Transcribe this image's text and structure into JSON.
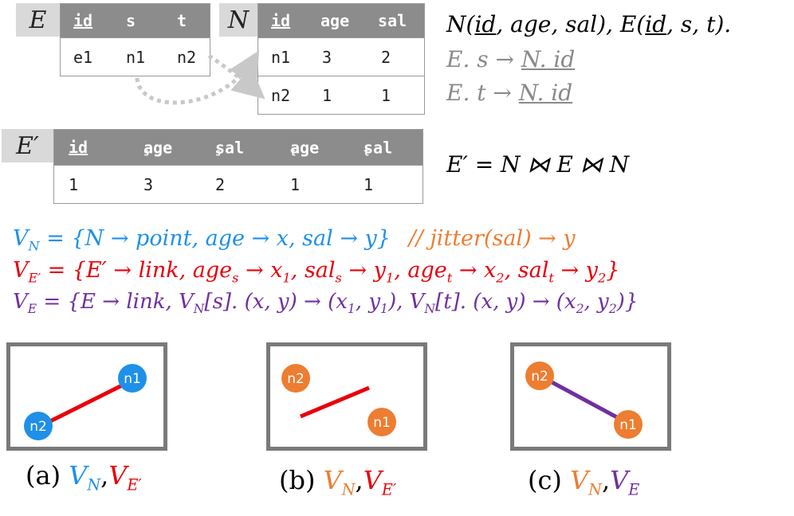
{
  "table_E": {
    "label": "E",
    "headers": [
      "id",
      "s",
      "t"
    ],
    "rows": [
      [
        "e1",
        "n1",
        "n2"
      ]
    ]
  },
  "table_N": {
    "label": "N",
    "headers": [
      "id",
      "age",
      "sal"
    ],
    "rows": [
      [
        "n1",
        "3",
        "2"
      ],
      [
        "n2",
        "1",
        "1"
      ]
    ]
  },
  "table_Eprime": {
    "label": "E′",
    "headers": [
      "id",
      "age",
      "sal",
      "age",
      "sal"
    ],
    "header_subs": [
      "",
      "s",
      "s",
      "t",
      "t"
    ],
    "rows": [
      [
        "1",
        "3",
        "2",
        "1",
        "1"
      ]
    ]
  },
  "schema": {
    "line1_pre": "N(",
    "line1_id": "id",
    "line1_mid": ", age, sal), E(",
    "line1_id2": "id",
    "line1_post": ", s, t).",
    "fk1_left": "E. s → ",
    "fk1_right": "N. id",
    "fk2_left": "E. t → ",
    "fk2_right": "N. id"
  },
  "join_eq": "E′ = N ⋈ E ⋈ N",
  "specs": {
    "vn_lhs": "V",
    "vn_sub": "N",
    "vn_rhs": " = {N → point, age → x, sal → y}",
    "vn_comment": "// jitter(sal) → y",
    "vep_lhs": "V",
    "vep_sub": "E′",
    "vep_rhs_1": " = {E′ → link, age",
    "vep_s1": "s",
    "vep_rhs_2": " → x",
    "vep_s2": "1",
    "vep_rhs_3": ", sal",
    "vep_s3": "s",
    "vep_rhs_4": " → y",
    "vep_s4": "1",
    "vep_rhs_5": ", age",
    "vep_s5": "t",
    "vep_rhs_6": " → x",
    "vep_s6": "2",
    "vep_rhs_7": ", sal",
    "vep_s7": "t",
    "vep_rhs_8": " → y",
    "vep_s8": "2",
    "vep_rhs_9": "}",
    "ve_lhs": "V",
    "ve_sub": "E",
    "ve_rhs_1": "  = {E → link, V",
    "ve_s1": "N",
    "ve_rhs_2": "[s]. (x, y) → (x",
    "ve_s2": "1",
    "ve_rhs_3": ", y",
    "ve_s3": "1",
    "ve_rhs_4": "), V",
    "ve_s4": "N",
    "ve_rhs_5": "[t]. (x, y) → (x",
    "ve_s5": "2",
    "ve_rhs_6": ", y",
    "ve_s6": "2",
    "ve_rhs_7": ")}"
  },
  "panels": {
    "node_n1": "n1",
    "node_n2": "n2",
    "cap_a_pre": "(a) ",
    "cap_b_pre": "(b) ",
    "cap_c_pre": "(c) ",
    "cap_V": "V",
    "cap_N": "N",
    "cap_Ep": "E′",
    "cap_E": "E",
    "cap_comma": ","
  },
  "colors": {
    "blue": "#1e90e8",
    "red": "#e8000b",
    "purple": "#7030a0",
    "orange": "#ed7d31",
    "header_gray": "#8c8c8c"
  }
}
